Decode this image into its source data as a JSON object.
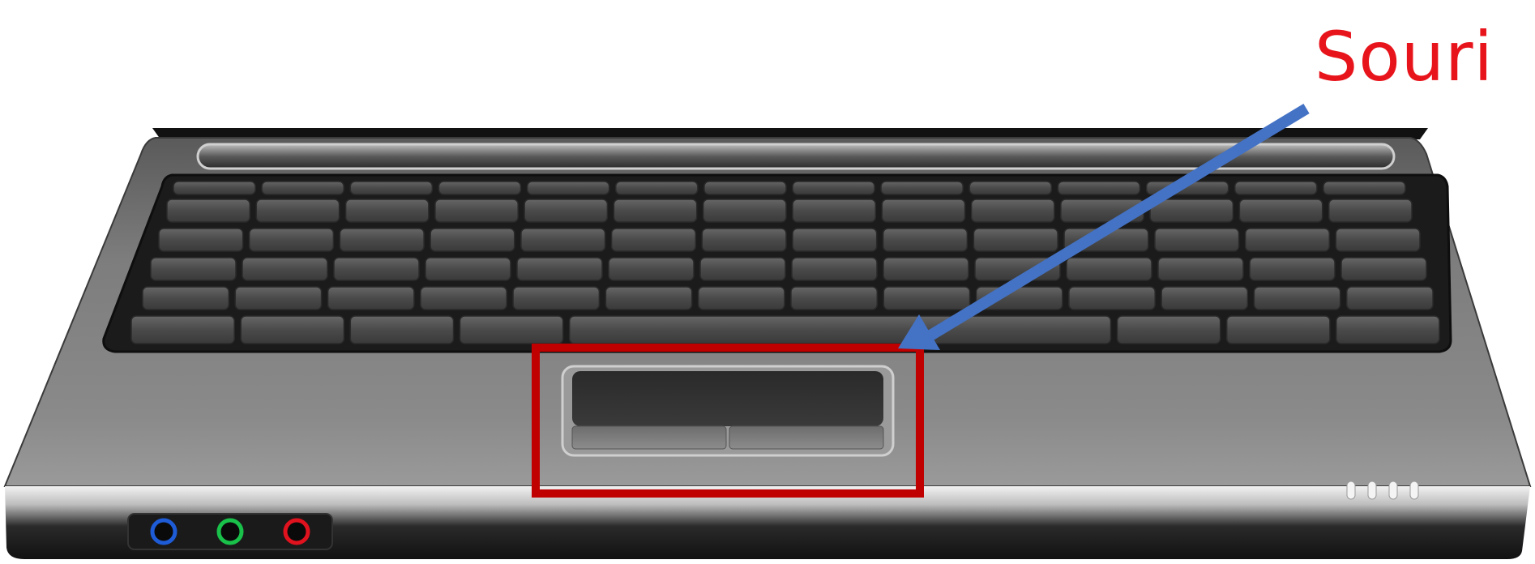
{
  "annotation": {
    "label": "Souri",
    "label_color": "#e8141b",
    "arrow_color": "#4472c4",
    "highlight_color": "#c00000",
    "target": "touchpad"
  },
  "laptop": {
    "body_color": "#7a7a7a",
    "keyboard_color": "#1b1b1b",
    "key_color": "#4a4a4a",
    "touchpad_color": "#333333",
    "audio_ports": [
      {
        "name": "blue-port",
        "color": "#1e5bd6"
      },
      {
        "name": "green-port",
        "color": "#19c14a"
      },
      {
        "name": "red-port",
        "color": "#e0121e"
      }
    ],
    "status_lights": 4
  }
}
